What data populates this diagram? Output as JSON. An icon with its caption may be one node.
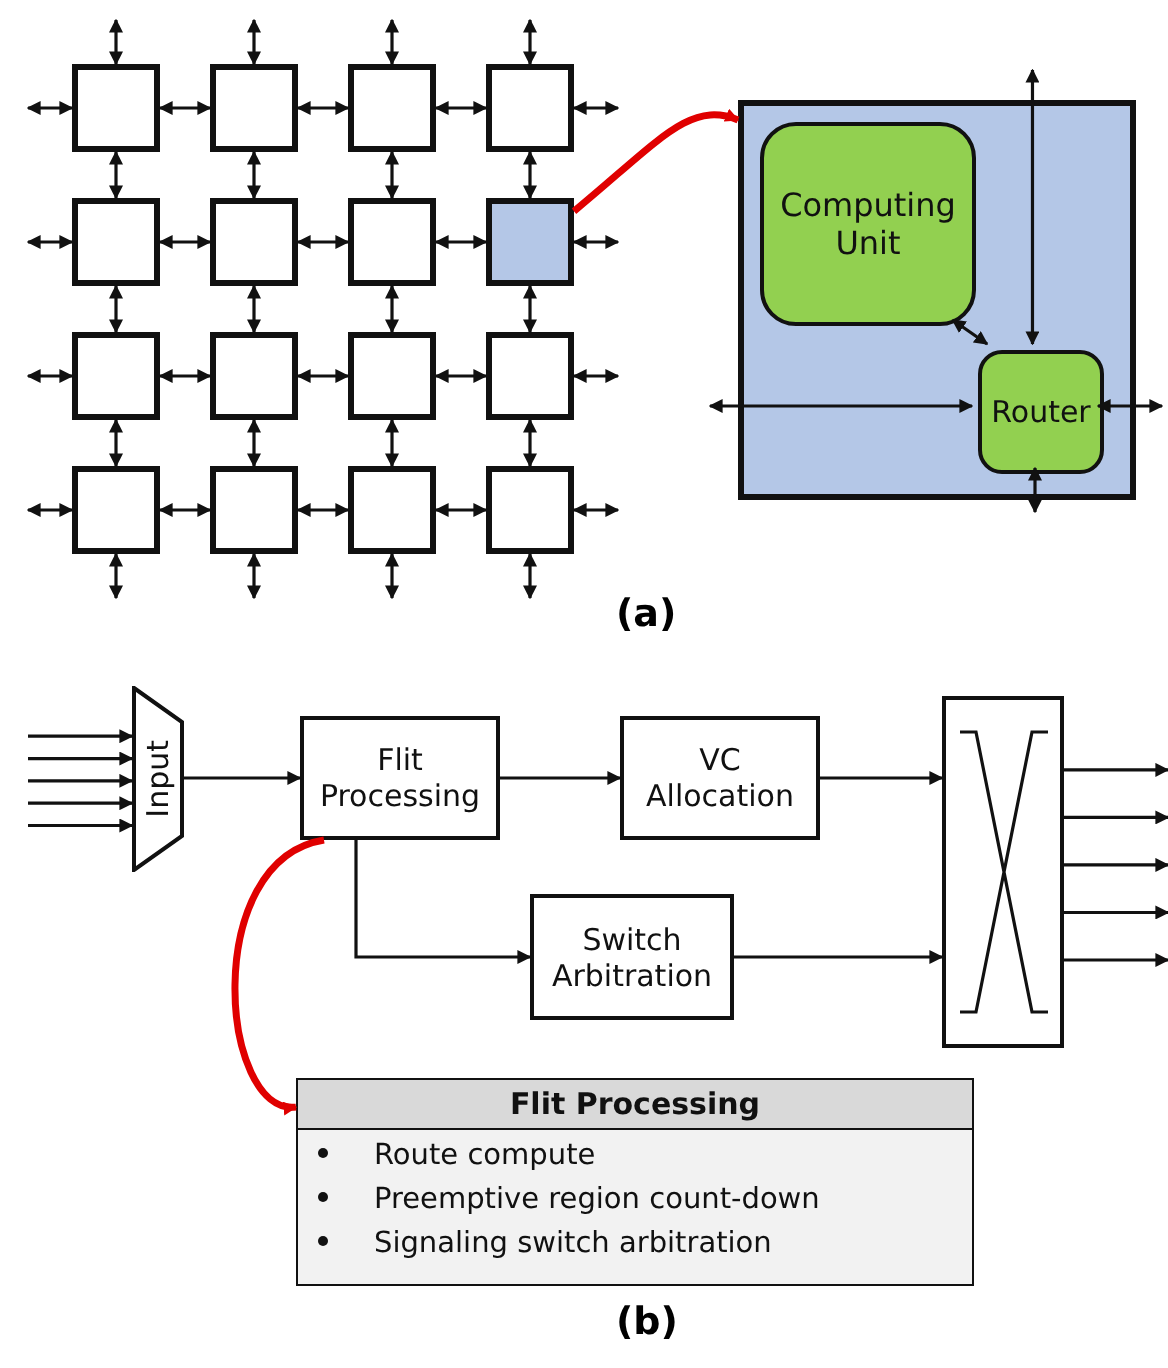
{
  "diagram": {
    "nodes": [
      {
        "text": [],
        "shape": "box"
      },
      {
        "text": [],
        "shape": "box"
      },
      {
        "text": [],
        "shape": "box"
      },
      {
        "text": [],
        "shape": "box"
      },
      {
        "text": [],
        "shape": "box"
      },
      {
        "text": [],
        "shape": "box"
      },
      {
        "text": [],
        "shape": "box"
      },
      {
        "text": [],
        "shape": "box"
      },
      {
        "text": [],
        "shape": "box"
      },
      {
        "text": [],
        "shape": "box"
      },
      {
        "text": [],
        "shape": "box"
      },
      {
        "text": [],
        "shape": "box"
      },
      {
        "text": [],
        "shape": "box"
      },
      {
        "text": [],
        "shape": "box"
      },
      {
        "text": [],
        "shape": "box"
      },
      {
        "text": [],
        "shape": "box"
      },
      {
        "text": [],
        "shape": "box"
      },
      {
        "text": [
          "Computing Unit"
        ],
        "in": 16
      },
      {
        "text": [
          "Router"
        ],
        "in": 16
      },
      {
        "text": [
          "Input"
        ]
      },
      {
        "text": [
          "Flit Processing"
        ]
      },
      {
        "text": [
          "VC Allocation"
        ]
      },
      {
        "text": [
          "Switch Arbitration"
        ]
      },
      {
        "text": [],
        "shape": "box"
      },
      {
        "text": [
          "Flit Processing",
          "Route compute",
          "Preemptive region count-down",
          "Signaling switch arbitration"
        ]
      }
    ],
    "edges": [
      {
        "from": 0,
        "to": 1,
        "arrow": "both"
      },
      {
        "from": 1,
        "to": 2,
        "arrow": "both"
      },
      {
        "from": 2,
        "to": 3,
        "arrow": "both"
      },
      {
        "from": 4,
        "to": 5,
        "arrow": "both"
      },
      {
        "from": 5,
        "to": 6,
        "arrow": "both"
      },
      {
        "from": 6,
        "to": 7,
        "arrow": "both"
      },
      {
        "from": 8,
        "to": 9,
        "arrow": "both"
      },
      {
        "from": 9,
        "to": 10,
        "arrow": "both"
      },
      {
        "from": 10,
        "to": 11,
        "arrow": "both"
      },
      {
        "from": 12,
        "to": 13,
        "arrow": "both"
      },
      {
        "from": 13,
        "to": 14,
        "arrow": "both"
      },
      {
        "from": 14,
        "to": 15,
        "arrow": "both"
      },
      {
        "from": 0,
        "to": 4,
        "arrow": "both"
      },
      {
        "from": 1,
        "to": 5,
        "arrow": "both"
      },
      {
        "from": 2,
        "to": 6,
        "arrow": "both"
      },
      {
        "from": 3,
        "to": 7,
        "arrow": "both"
      },
      {
        "from": 4,
        "to": 8,
        "arrow": "both"
      },
      {
        "from": 5,
        "to": 9,
        "arrow": "both"
      },
      {
        "from": 6,
        "to": 10,
        "arrow": "both"
      },
      {
        "from": 7,
        "to": 11,
        "arrow": "both"
      },
      {
        "from": 8,
        "to": 12,
        "arrow": "both"
      },
      {
        "from": 9,
        "to": 13,
        "arrow": "both"
      },
      {
        "from": 10,
        "to": 14,
        "arrow": "both"
      },
      {
        "from": 11,
        "to": 15,
        "arrow": "both"
      },
      {
        "from": null,
        "to": 0,
        "arrow": "both"
      },
      {
        "from": null,
        "to": 4,
        "arrow": "both"
      },
      {
        "from": null,
        "to": 8,
        "arrow": "both"
      },
      {
        "from": null,
        "to": 12,
        "arrow": "both"
      },
      {
        "from": null,
        "to": 3,
        "arrow": "both"
      },
      {
        "from": null,
        "to": 7,
        "arrow": "both"
      },
      {
        "from": null,
        "to": 11,
        "arrow": "both"
      },
      {
        "from": null,
        "to": 15,
        "arrow": "both"
      },
      {
        "from": null,
        "to": 0,
        "arrow": "both"
      },
      {
        "from": null,
        "to": 1,
        "arrow": "both"
      },
      {
        "from": null,
        "to": 2,
        "arrow": "both"
      },
      {
        "from": null,
        "to": 3,
        "arrow": "both"
      },
      {
        "from": null,
        "to": 12,
        "arrow": "both"
      },
      {
        "from": null,
        "to": 13,
        "arrow": "both"
      },
      {
        "from": null,
        "to": 14,
        "arrow": "both"
      },
      {
        "from": null,
        "to": 15,
        "arrow": "both"
      },
      {
        "from": 7,
        "to": 16,
        "arrow": "to",
        "style": "thick",
        "color": "#e00000"
      },
      {
        "from": 17,
        "to": 18,
        "arrow": "both"
      },
      {
        "from": null,
        "to": 18,
        "arrow": "both"
      },
      {
        "from": null,
        "to": 18,
        "arrow": "both"
      },
      {
        "from": null,
        "to": 18,
        "arrow": "both"
      },
      {
        "from": null,
        "to": 18,
        "arrow": "both"
      },
      {
        "from": null,
        "to": 19,
        "arrow": "to"
      },
      {
        "from": null,
        "to": 19,
        "arrow": "to"
      },
      {
        "from": null,
        "to": 19,
        "arrow": "to"
      },
      {
        "from": null,
        "to": 19,
        "arrow": "to"
      },
      {
        "from": null,
        "to": 19,
        "arrow": "to"
      },
      {
        "from": 19,
        "to": 20,
        "arrow": "to"
      },
      {
        "from": 20,
        "to": 21,
        "arrow": "to"
      },
      {
        "from": 20,
        "to": 22,
        "arrow": "to"
      },
      {
        "from": 21,
        "to": 23,
        "arrow": "to"
      },
      {
        "from": 22,
        "to": 23,
        "arrow": "to"
      },
      {
        "from": 23,
        "to": null,
        "arrow": "to"
      },
      {
        "from": 23,
        "to": null,
        "arrow": "to"
      },
      {
        "from": 23,
        "to": null,
        "arrow": "to"
      },
      {
        "from": 23,
        "to": null,
        "arrow": "to"
      },
      {
        "from": 23,
        "to": null,
        "arrow": "to"
      },
      {
        "from": 20,
        "to": 24,
        "arrow": "to",
        "style": "thick",
        "color": "#e00000"
      }
    ],
    "labels": [
      "(a)",
      "(b)"
    ]
  }
}
